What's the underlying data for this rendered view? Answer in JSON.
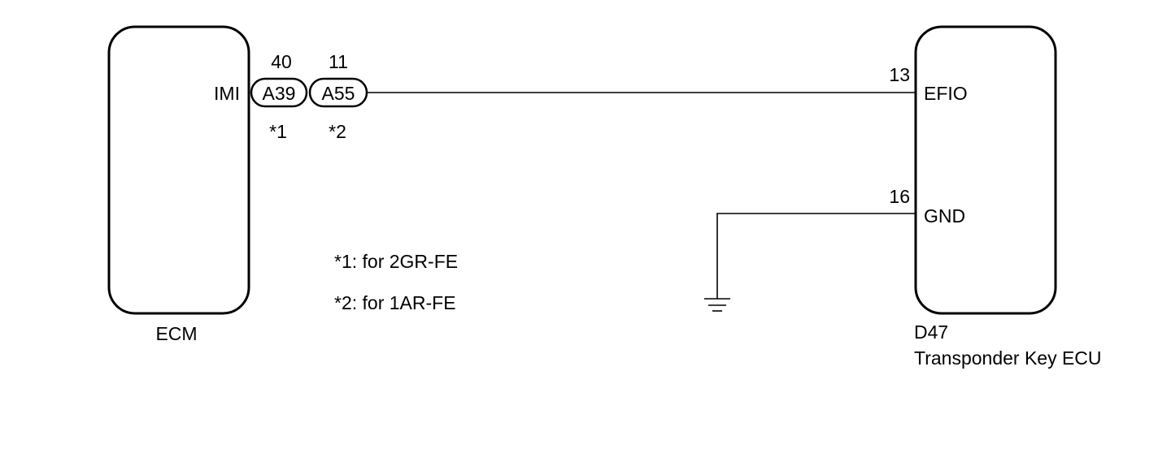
{
  "ecm": {
    "name": "ECM",
    "pin_label": "IMI"
  },
  "connectors": [
    {
      "code": "A39",
      "pin": "40",
      "note_ref": "*1"
    },
    {
      "code": "A55",
      "pin": "11",
      "note_ref": "*2"
    }
  ],
  "transponder": {
    "code": "D47",
    "name": "Transponder Key ECU",
    "pins": [
      {
        "number": "13",
        "label": "EFIO"
      },
      {
        "number": "16",
        "label": "GND"
      }
    ]
  },
  "notes": [
    "*1: for 2GR-FE",
    "*2: for 1AR-FE"
  ]
}
